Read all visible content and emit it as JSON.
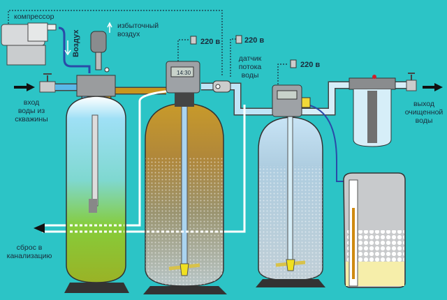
{
  "labels": {
    "compressor": "компрессор",
    "air": "Воздух",
    "excess_air_1": "избыточный",
    "excess_air_2": "воздух",
    "voltage_1": "220 в",
    "voltage_2": "220 в",
    "voltage_3": "220 в",
    "flow_sensor_1": "датчик",
    "flow_sensor_2": "потока",
    "flow_sensor_3": "воды",
    "inlet_1": "вход",
    "inlet_2": "воды из",
    "inlet_3": "скважины",
    "outlet_1": "выход",
    "outlet_2": "очищенной",
    "outlet_3": "воды",
    "drain_1": "сброс в",
    "drain_2": "канализацию"
  },
  "controller_display": "14:30",
  "colors": {
    "background": "#2cc4c6",
    "inlet_pipe": "#5ab8e8",
    "iron_pipe": "#c8961e",
    "tank2_media": "#b88a2a",
    "tank1_water": "#7fd44a",
    "tank3_water": "#b8d8ee"
  }
}
